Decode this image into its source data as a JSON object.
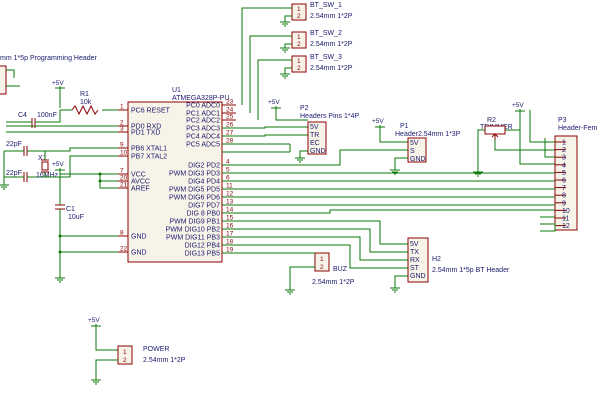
{
  "title": "Schematic",
  "mcu": {
    "ref": "U1",
    "value": "ATMEGA328P-PU",
    "left_pins": [
      {
        "num": "1",
        "name": "PC6 RESET"
      },
      {
        "num": "2",
        "name": "PD0 RXD"
      },
      {
        "num": "3",
        "name": "PD1 TXD"
      },
      {
        "num": "9",
        "name": "PB6 XTAL1"
      },
      {
        "num": "10",
        "name": "PB7 XTAL2"
      },
      {
        "num": "7",
        "name": "VCC"
      },
      {
        "num": "20",
        "name": "AVCC"
      },
      {
        "num": "21",
        "name": "AREF"
      },
      {
        "num": "8",
        "name": "GND"
      },
      {
        "num": "22",
        "name": "GND"
      }
    ],
    "right_pins": [
      {
        "num": "23",
        "name": "PC0 ADC0"
      },
      {
        "num": "24",
        "name": "PC1 ADC1"
      },
      {
        "num": "25",
        "name": "PC2 ADC2"
      },
      {
        "num": "26",
        "name": "PC3 ADC3"
      },
      {
        "num": "27",
        "name": "PC4 ADC4"
      },
      {
        "num": "28",
        "name": "PC5 ADC5"
      },
      {
        "num": "4",
        "name": "DIG2 PD2"
      },
      {
        "num": "5",
        "name": "PWM DIG3 PD3"
      },
      {
        "num": "6",
        "name": "DIG4 PD4"
      },
      {
        "num": "11",
        "name": "PWM DIG5 PD5"
      },
      {
        "num": "12",
        "name": "PWM DIG6 PD6"
      },
      {
        "num": "13",
        "name": "DIG7 PD7"
      },
      {
        "num": "14",
        "name": "DIG 8 PB0"
      },
      {
        "num": "15",
        "name": "PWM DIG9 PB1"
      },
      {
        "num": "16",
        "name": "PWM DIG10 PB2"
      },
      {
        "num": "17",
        "name": "PWM DIG11 PB3"
      },
      {
        "num": "18",
        "name": "DIG12 PB4"
      },
      {
        "num": "19",
        "name": "DIG13 PB5"
      }
    ]
  },
  "buttons": [
    {
      "ref": "BT_SW_1",
      "value": "2.54mm 1*2P"
    },
    {
      "ref": "BT_SW_2",
      "value": "2.54mm 1*2P"
    },
    {
      "ref": "BT_SW_3",
      "value": "2.54mm 1*2P"
    }
  ],
  "prog_header": "mm 1*5p Programming Header",
  "r1": {
    "ref": "R1",
    "value": "10k"
  },
  "c4": {
    "ref": "C4",
    "value": "100nF"
  },
  "c22a": "22pF",
  "c22b": "22pF",
  "x1": {
    "ref": "X1",
    "value": "16MHz"
  },
  "c1": {
    "ref": "C1",
    "value": "10uF"
  },
  "p2": {
    "ref": "P2",
    "value": "Headers  Pins 1*4P",
    "pins": [
      "5V",
      "TR",
      "EC",
      "GND"
    ]
  },
  "p1": {
    "ref": "P1",
    "value": "Header2.54mm 1*3P",
    "pins": [
      "5V",
      "S",
      "GND"
    ]
  },
  "r2": {
    "ref": "R2",
    "value": "TRIMMER"
  },
  "p3": {
    "ref": "P3",
    "value": "Header-Fem",
    "pins": [
      "1",
      "2",
      "3",
      "4",
      "5",
      "6",
      "7",
      "8",
      "9",
      "10",
      "11",
      "12"
    ]
  },
  "h2": {
    "ref": "H2",
    "value": "2.54mm 1*5p BT Header",
    "pins": [
      "5V",
      "TX",
      "RX",
      "ST",
      "GND"
    ]
  },
  "buz": {
    "ref": "BUZ",
    "value": "2.54mm 1*2P"
  },
  "power": {
    "ref": "POWER",
    "value": "2.54mm 1*2P"
  },
  "vcc_label": "+5V"
}
